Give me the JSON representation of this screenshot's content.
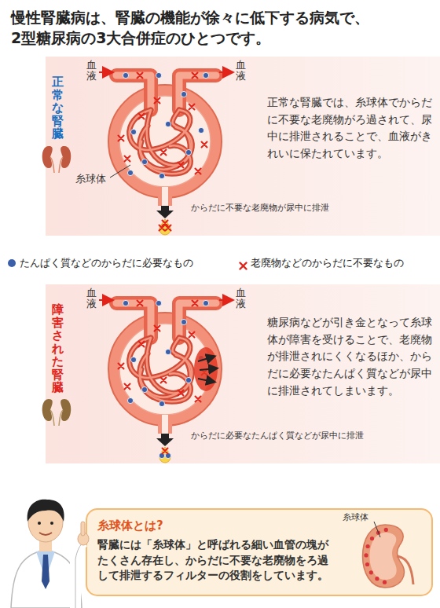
{
  "diagram": {
    "title": "慢性腎臓病は、腎臓の機能が徐々に低下する病気で、2型糖尿病の3大合併症のひとつです。",
    "nodes": [
      {
        "text": [
          "正常な腎臓",
          "正常な腎臓では、糸球体でからだに不要な老廃物がろ過されて、尿中に排泄されることで、血液がきれいに保たれています。",
          "からだに不要な老廃物が尿中に排泄"
        ]
      },
      {
        "text": [
          "障害された腎臓",
          "糖尿病などが引き金となって糸球体が障害を受けることで、老廃物が排泄されにくくなるほか、からだに必要なたんぱく質などが尿中に排泄されてしまいます。",
          "からだに必要なたんぱく質などが尿中に排泄"
        ]
      },
      {
        "text": [
          "糸球体とは?",
          "腎臓には「糸球体」と呼ばれる細い血管の塊がたくさん存在し、からだに不要な老廃物をろ過して排泄するフィルターの役割をしています。"
        ]
      }
    ],
    "labels": [
      "血液",
      "血液",
      "糸球体",
      "血液",
      "血液",
      "糸球体"
    ],
    "legend": [
      {
        "text": "たんぱく質などのからだに必要なもの",
        "color": "#3b5fa8"
      },
      {
        "text": "老廃物などのからだに不要なもの"
      }
    ]
  }
}
